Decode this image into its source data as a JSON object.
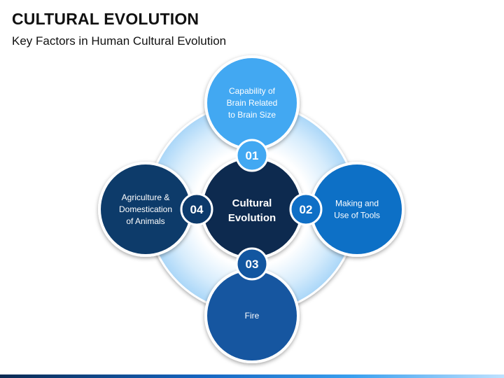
{
  "header": {
    "title": "CULTURAL EVOLUTION",
    "subtitle": "Key Factors in Human Cultural Evolution"
  },
  "diagram": {
    "center_lines": [
      "Cultural",
      "Evolution"
    ],
    "factors": [
      {
        "number": "01",
        "lines": [
          "Capability of",
          "Brain Related",
          "to Brain Size"
        ],
        "color": "#42a8f2"
      },
      {
        "number": "02",
        "lines": [
          "Making and",
          "Use of Tools"
        ],
        "color": "#0f6fc6"
      },
      {
        "number": "03",
        "lines": [
          "Fire"
        ],
        "color": "#1256a0"
      },
      {
        "number": "04",
        "lines": [
          "Agriculture &",
          "Domestication",
          "of Animals"
        ],
        "color": "#0c3a6b"
      }
    ]
  },
  "colors": {
    "center": "#0b2b50",
    "ring_outer": "#bfe1fb",
    "ring_inner": "#e8f5ff",
    "stroke": "#ffffff"
  }
}
